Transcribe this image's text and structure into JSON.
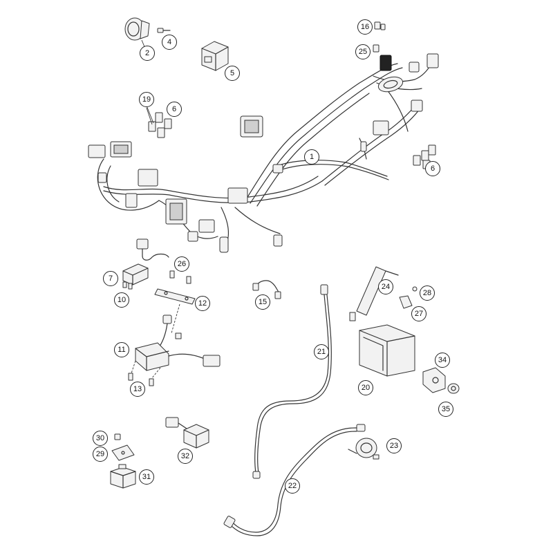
{
  "diagram": {
    "labels": [
      "1",
      "2",
      "4",
      "5",
      "6",
      "6",
      "7",
      "10",
      "11",
      "12",
      "13",
      "15",
      "16",
      "19",
      "20",
      "21",
      "22",
      "23",
      "24",
      "25",
      "26",
      "27",
      "28",
      "29",
      "30",
      "31",
      "32",
      "34",
      "35"
    ]
  }
}
